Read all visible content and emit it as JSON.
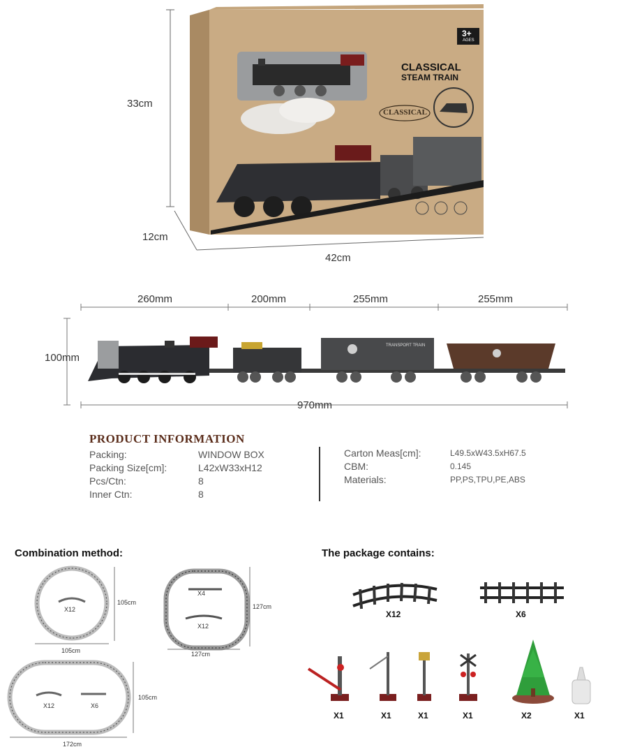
{
  "box": {
    "height_label": "33cm",
    "depth_label": "12cm",
    "width_label": "42cm",
    "title_line1": "CLASSICAL",
    "title_line2": "STEAM TRAIN",
    "logo_text": "CLASSICAL",
    "age_badge": "3+",
    "age_sub": "AGES"
  },
  "train": {
    "segment_labels": [
      "260mm",
      "200mm",
      "255mm",
      "255mm"
    ],
    "height_label": "100mm",
    "total_label": "970mm",
    "boxcar_text": "TRANSPORT TRAIN"
  },
  "product_info": {
    "heading": "PRODUCT INFORMATION",
    "left": [
      {
        "label": "Packing:",
        "value": "WINDOW BOX"
      },
      {
        "label": "Packing Size[cm]:",
        "value": "L42xW33xH12"
      },
      {
        "label": "Pcs/Ctn:",
        "value": "8"
      },
      {
        "label": "Inner Ctn:",
        "value": "8"
      }
    ],
    "right": [
      {
        "label": "Carton Meas[cm]:",
        "value": "L49.5xW43.5xH67.5"
      },
      {
        "label": "CBM:",
        "value": "0.145"
      },
      {
        "label": "Materials:",
        "value": "PP,PS,TPU,PE,ABS"
      }
    ]
  },
  "combination": {
    "title": "Combination method:",
    "circle": {
      "count": "X12",
      "height": "105cm",
      "width": "105cm"
    },
    "square": {
      "count_top": "X4",
      "count_bottom": "X12",
      "height": "127cm",
      "width": "127cm"
    },
    "oval": {
      "count_curve": "X12",
      "count_straight": "X6",
      "height": "105cm",
      "width": "172cm"
    }
  },
  "contents": {
    "title": "The package contains:",
    "tracks": [
      {
        "name": "curved-track",
        "qty": "X12"
      },
      {
        "name": "straight-track",
        "qty": "X6"
      }
    ],
    "accessories": [
      {
        "name": "crossing-gate",
        "qty": "X1"
      },
      {
        "name": "lamp-post",
        "qty": "X1"
      },
      {
        "name": "street-lamp",
        "qty": "X1"
      },
      {
        "name": "crossing-signal",
        "qty": "X1"
      },
      {
        "name": "pine-tree",
        "qty": "X2"
      },
      {
        "name": "smoke-oil-bottle",
        "qty": "X1"
      }
    ]
  }
}
